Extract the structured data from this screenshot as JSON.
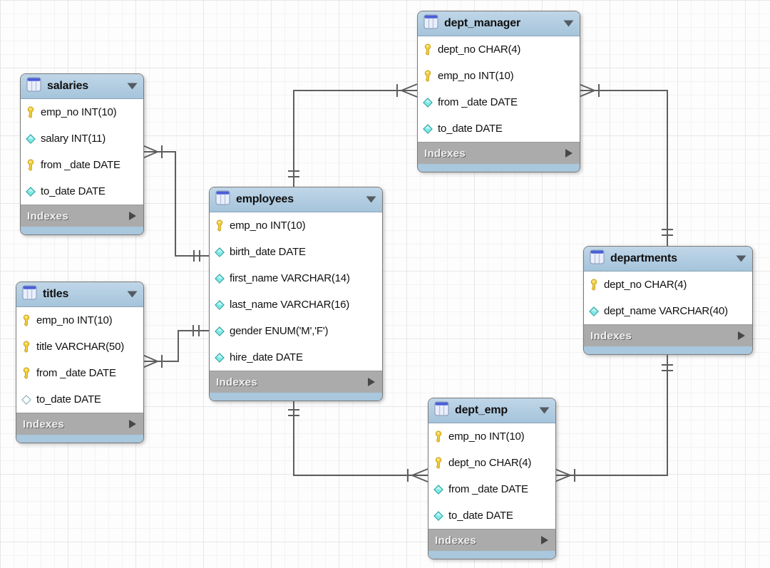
{
  "ui": {
    "indexes_label": "Indexes"
  },
  "colors": {
    "header_blue": "#aac8de",
    "footer_gray": "#ababab",
    "bottom_strip_blue": "#a9c7dd",
    "key_yellow": "#f2cf3d",
    "diamond_cyan": "#7fe9e6",
    "connector_gray": "#5e5e5e",
    "grid_line": "#e7e7e7",
    "table_text": "#101010"
  },
  "tables": [
    {
      "name": "salaries",
      "columns": [
        {
          "icon": "key-icon",
          "label": "emp_no INT(10)"
        },
        {
          "icon": "diamond-icon",
          "label": "salary INT(11)"
        },
        {
          "icon": "key-icon",
          "label": "from _date DATE"
        },
        {
          "icon": "diamond-icon",
          "label": "to_date DATE"
        }
      ]
    },
    {
      "name": "titles",
      "columns": [
        {
          "icon": "key-icon",
          "label": "emp_no INT(10)"
        },
        {
          "icon": "key-icon",
          "label": "title VARCHAR(50)"
        },
        {
          "icon": "key-icon",
          "label": "from _date DATE"
        },
        {
          "icon": "diamond-hollow-icon",
          "label": "to_date DATE"
        }
      ]
    },
    {
      "name": "employees",
      "columns": [
        {
          "icon": "key-icon",
          "label": "emp_no INT(10)"
        },
        {
          "icon": "diamond-icon",
          "label": "birth_date DATE"
        },
        {
          "icon": "diamond-icon",
          "label": "first_name VARCHAR(14)"
        },
        {
          "icon": "diamond-icon",
          "label": "last_name VARCHAR(16)"
        },
        {
          "icon": "diamond-icon",
          "label": "gender ENUM('M','F')"
        },
        {
          "icon": "diamond-icon",
          "label": "hire_date DATE"
        }
      ]
    },
    {
      "name": "dept_manager",
      "columns": [
        {
          "icon": "key-icon",
          "label": "dept_no CHAR(4)"
        },
        {
          "icon": "key-icon",
          "label": "emp_no INT(10)"
        },
        {
          "icon": "diamond-icon",
          "label": "from _date DATE"
        },
        {
          "icon": "diamond-icon",
          "label": "to_date DATE"
        }
      ]
    },
    {
      "name": "departments",
      "columns": [
        {
          "icon": "key-icon",
          "label": "dept_no CHAR(4)"
        },
        {
          "icon": "diamond-icon",
          "label": "dept_name VARCHAR(40)"
        }
      ]
    },
    {
      "name": "dept_emp",
      "columns": [
        {
          "icon": "key-icon",
          "label": "emp_no INT(10)"
        },
        {
          "icon": "key-icon",
          "label": "dept_no CHAR(4)"
        },
        {
          "icon": "diamond-icon",
          "label": "from _date DATE"
        },
        {
          "icon": "diamond-icon",
          "label": "to_date DATE"
        }
      ]
    }
  ],
  "relationships": [
    {
      "many_side": "salaries",
      "one_side": "employees"
    },
    {
      "many_side": "titles",
      "one_side": "employees"
    },
    {
      "many_side": "dept_manager",
      "one_side": "employees"
    },
    {
      "many_side": "dept_manager",
      "one_side": "departments"
    },
    {
      "many_side": "dept_emp",
      "one_side": "employees"
    },
    {
      "many_side": "dept_emp",
      "one_side": "departments"
    }
  ]
}
